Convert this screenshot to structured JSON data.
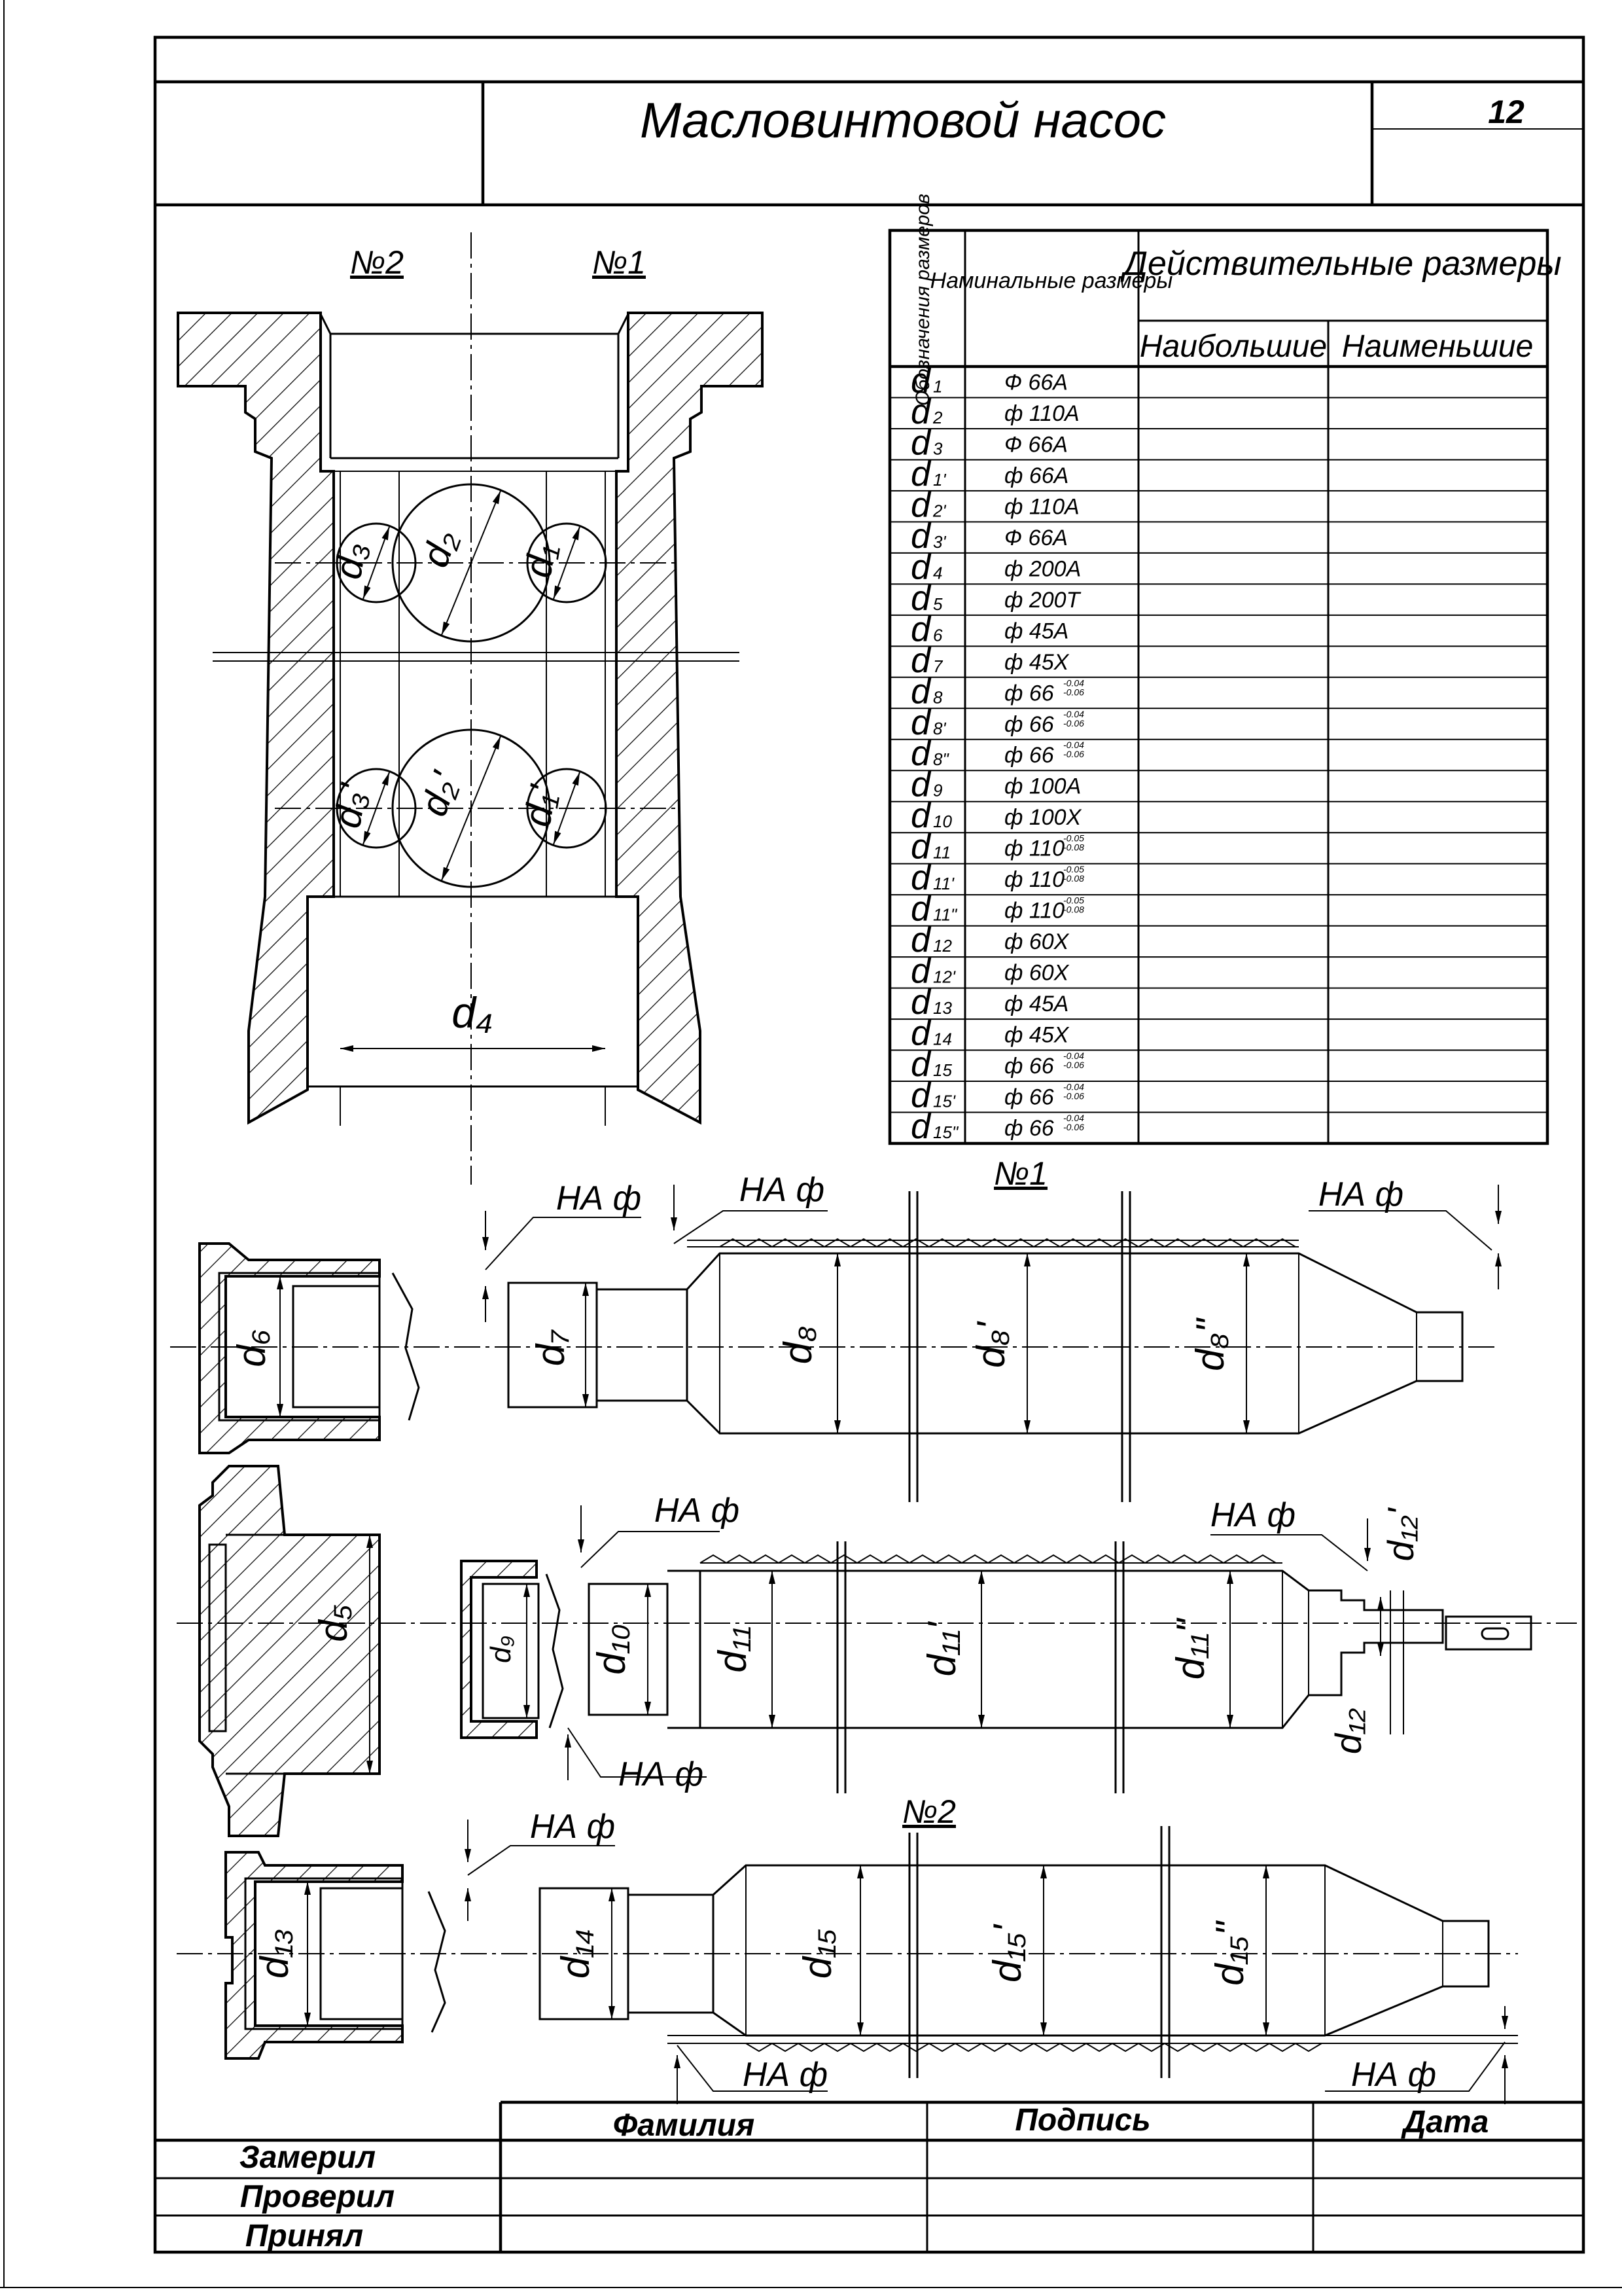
{
  "title_block": {
    "title": "Масловинтовой насос",
    "sheet_number": "12"
  },
  "view_labels": {
    "top_left_no2": "№2",
    "top_left_no1": "№1",
    "shaft1_no1": "№1",
    "shaft3_no2": "№2"
  },
  "table": {
    "header_designation": "Обозначения размеров",
    "header_nominal": "Наминальные размеры",
    "header_actual": "Действительные размеры",
    "header_largest": "Наибольшие",
    "header_smallest": "Наименьшие",
    "rows": [
      {
        "d": "d",
        "sub": "1",
        "nom": "Ф 66А",
        "sup": "",
        "inf": ""
      },
      {
        "d": "d",
        "sub": "2",
        "nom": "ф 110А",
        "sup": "",
        "inf": ""
      },
      {
        "d": "d",
        "sub": "3",
        "nom": "Ф 66А",
        "sup": "",
        "inf": ""
      },
      {
        "d": "d",
        "sub": "1'",
        "nom": "ф 66А",
        "sup": "",
        "inf": ""
      },
      {
        "d": "d",
        "sub": "2'",
        "nom": "ф 110А",
        "sup": "",
        "inf": ""
      },
      {
        "d": "d",
        "sub": "3'",
        "nom": "Ф 66А",
        "sup": "",
        "inf": ""
      },
      {
        "d": "d",
        "sub": "4",
        "nom": "ф 200А",
        "sup": "",
        "inf": ""
      },
      {
        "d": "d",
        "sub": "5",
        "nom": "ф 200Т",
        "sup": "",
        "inf": ""
      },
      {
        "d": "d",
        "sub": "6",
        "nom": "ф 45А",
        "sup": "",
        "inf": ""
      },
      {
        "d": "d",
        "sub": "7",
        "nom": "ф 45Х",
        "sup": "",
        "inf": ""
      },
      {
        "d": "d",
        "sub": "8",
        "nom": "ф 66",
        "sup": "-0.04",
        "inf": "-0.06"
      },
      {
        "d": "d",
        "sub": "8'",
        "nom": "ф 66",
        "sup": "-0.04",
        "inf": "-0.06"
      },
      {
        "d": "d",
        "sub": "8\"",
        "nom": "ф 66",
        "sup": "-0.04",
        "inf": "-0.06"
      },
      {
        "d": "d",
        "sub": "9",
        "nom": "ф 100А",
        "sup": "",
        "inf": ""
      },
      {
        "d": "d",
        "sub": "10",
        "nom": "ф 100Х",
        "sup": "",
        "inf": ""
      },
      {
        "d": "d",
        "sub": "11",
        "nom": "ф 110",
        "sup": "-0.05",
        "inf": "-0.08"
      },
      {
        "d": "d",
        "sub": "11'",
        "nom": "ф 110",
        "sup": "-0.05",
        "inf": "-0.08"
      },
      {
        "d": "d",
        "sub": "11\"",
        "nom": "ф 110",
        "sup": "-0.05",
        "inf": "-0.08"
      },
      {
        "d": "d",
        "sub": "12",
        "nom": "ф 60Х",
        "sup": "",
        "inf": ""
      },
      {
        "d": "d",
        "sub": "12'",
        "nom": "ф 60Х",
        "sup": "",
        "inf": ""
      },
      {
        "d": "d",
        "sub": "13",
        "nom": "ф 45А",
        "sup": "",
        "inf": ""
      },
      {
        "d": "d",
        "sub": "14",
        "nom": "ф 45Х",
        "sup": "",
        "inf": ""
      },
      {
        "d": "d",
        "sub": "15",
        "nom": "ф 66",
        "sup": "-0.04",
        "inf": "-0.06"
      },
      {
        "d": "d",
        "sub": "15'",
        "nom": "ф 66",
        "sup": "-0.04",
        "inf": "-0.06"
      },
      {
        "d": "d",
        "sub": "15\"",
        "nom": "ф 66",
        "sup": "-0.04",
        "inf": "-0.06"
      }
    ]
  },
  "housing_dims": {
    "d1": "d₁",
    "d2": "d₂",
    "d3": "d₃",
    "d1p": "d₁'",
    "d2p": "d₂'",
    "d3p": "d₃'",
    "d4": "d₄"
  },
  "shaft1_dims": {
    "d6": "d₆",
    "d7": "d₇",
    "d8": "d₈",
    "d8p": "d₈'",
    "d8pp": "d₈\"",
    "ha1": "НА ф",
    "ha2": "НА ф",
    "ha3": "НА ф"
  },
  "shaft2_dims": {
    "d5": "d₅",
    "d9": "d₉",
    "d10": "d₁₀",
    "d11": "d₁₁",
    "d11p": "d₁₁'",
    "d11pp": "d₁₁\"",
    "d12": "d₁₂",
    "d12p": "d₁₂'",
    "ha1": "НА ф",
    "ha2": "НА ф",
    "ha3": "НА ф"
  },
  "shaft3_dims": {
    "d13": "d₁₃",
    "d14": "d₁₄",
    "d15": "d₁₅",
    "d15p": "d₁₅'",
    "d15pp": "d₁₅\"",
    "ha1": "НА ф",
    "ha2": "НА ф",
    "ha3": "НА ф"
  },
  "signature_block": {
    "col_surname": "Фамилия",
    "col_signature": "Подпись",
    "col_date": "Дата",
    "row_measured": "Замерил",
    "row_checked": "Проверил",
    "row_accepted": "Принял"
  }
}
